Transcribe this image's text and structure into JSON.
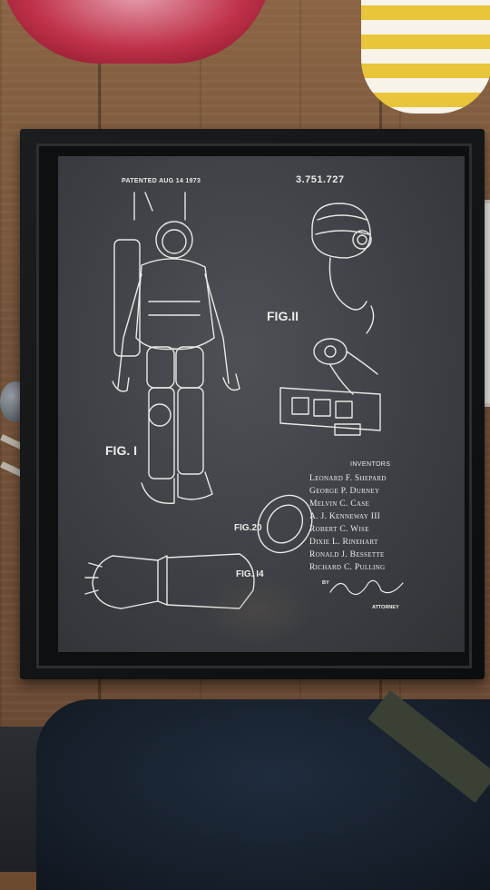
{
  "poster": {
    "patented_label": "PATENTED AUG 14 1973",
    "patent_number": "3.751.727",
    "fig1_label": "FIG. I",
    "fig2_label": "FIG.II",
    "fig20_label": "FIG.20",
    "fig14_label": "FIG. I4",
    "inventors_heading": "INVENTORS",
    "inventors": [
      "Leonard F. Shepard",
      "George P. Durney",
      "Melvin C. Case",
      "A. J. Kenneway III",
      "Robert C. Wise",
      "Dixie L. Rinehart",
      "Ronald J. Bessette",
      "Richard C. Pulling"
    ],
    "by_label": "BY",
    "attorney_label": "ATTORNEY",
    "colors": {
      "background": "#3b3f43",
      "line": "#e9ece8"
    }
  },
  "scene": {
    "frame_color": "#111315",
    "table_color": "#74523a",
    "icons": [
      "red-bowl-icon",
      "striped-mug-icon",
      "keys-icon"
    ]
  }
}
